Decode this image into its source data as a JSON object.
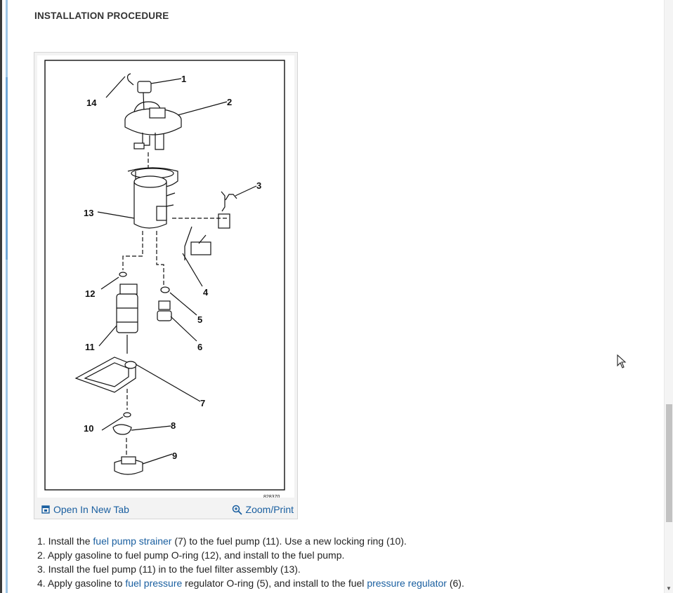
{
  "section": {
    "heading": "INSTALLATION PROCEDURE"
  },
  "figure": {
    "id_label": "828370",
    "callouts": [
      "1",
      "2",
      "3",
      "4",
      "5",
      "6",
      "7",
      "8",
      "9",
      "10",
      "11",
      "12",
      "13",
      "14"
    ],
    "open_tab_label": "Open In New Tab",
    "zoom_label": "Zoom/Print",
    "open_tab_icon": "open-new-tab-icon",
    "zoom_icon": "zoom-in-icon"
  },
  "steps": [
    {
      "num": "1.",
      "parts": [
        {
          "text": "Install the "
        },
        {
          "text": "fuel pump strainer",
          "link": true
        },
        {
          "text": " (7) to the fuel pump (11). Use a new locking ring (10)."
        }
      ]
    },
    {
      "num": "2.",
      "parts": [
        {
          "text": "Apply gasoline to fuel pump O-ring (12), and install to the fuel pump."
        }
      ]
    },
    {
      "num": "3.",
      "parts": [
        {
          "text": "Install the fuel pump (11) in to the fuel filter assembly (13)."
        }
      ]
    },
    {
      "num": "4.",
      "parts": [
        {
          "text": "Apply gasoline to "
        },
        {
          "text": "fuel pressure",
          "link": true
        },
        {
          "text": " regulator O-ring (5), and install to the fuel "
        },
        {
          "text": "pressure regulator",
          "link": true
        },
        {
          "text": " (6)."
        }
      ]
    }
  ],
  "colors": {
    "link": "#1a5fa0",
    "heading": "#333333",
    "frame": "#f3f3f3"
  }
}
